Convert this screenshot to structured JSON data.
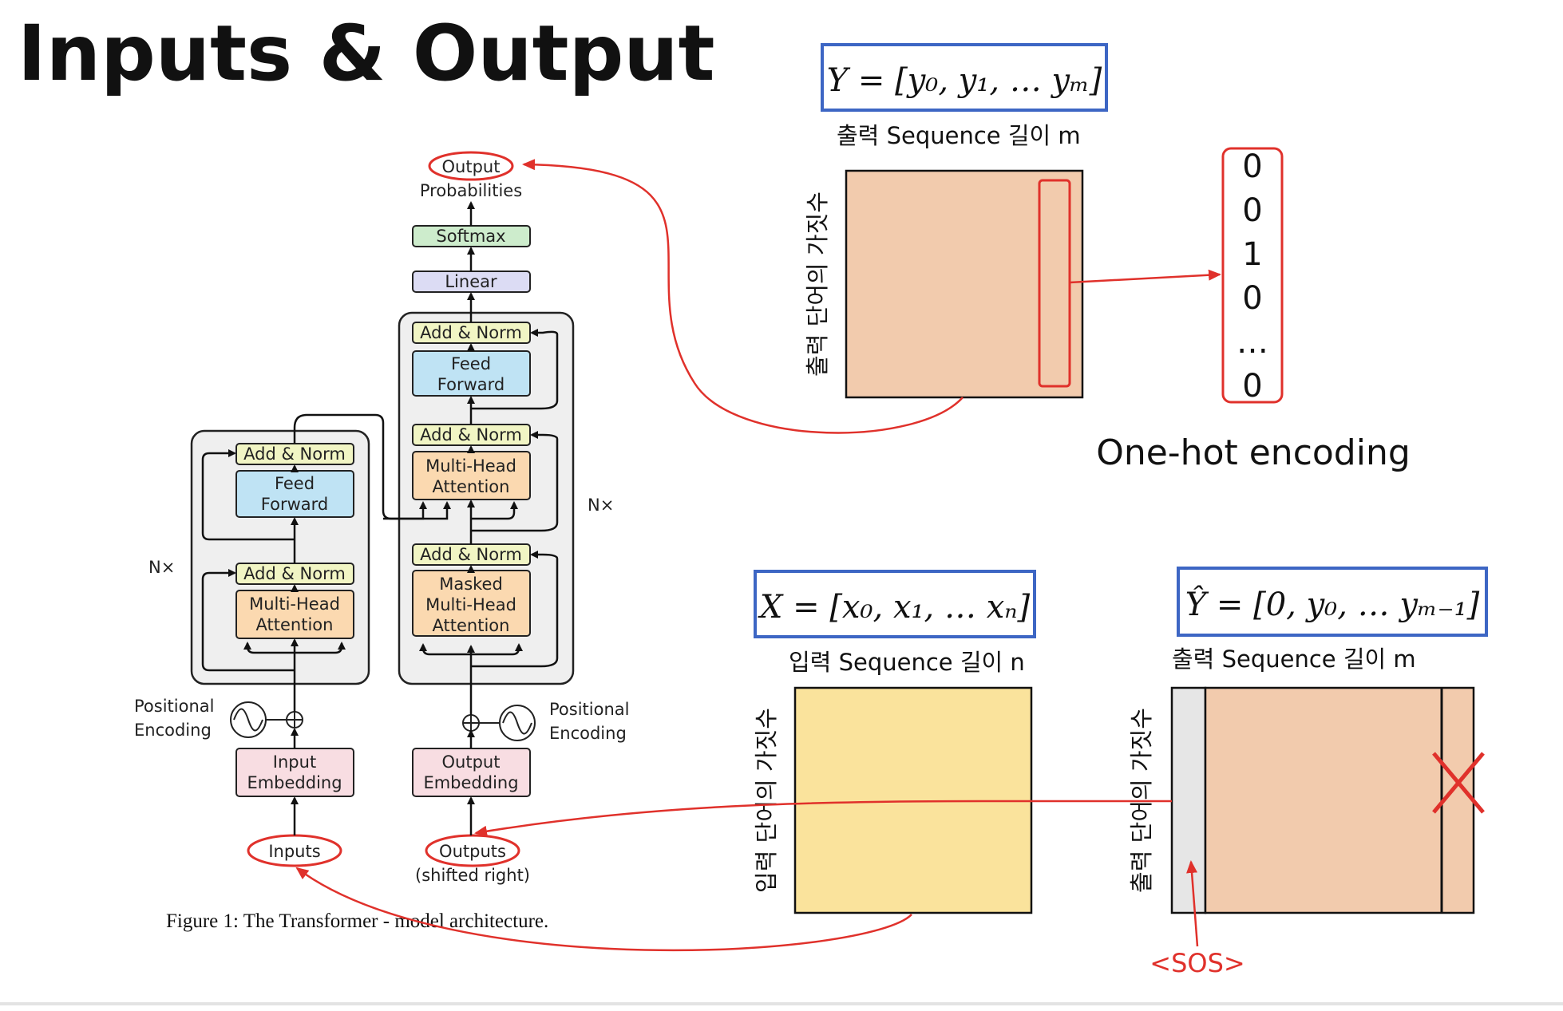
{
  "slide_title": "Inputs & Output",
  "transformer": {
    "output_top": "Output",
    "output_probabilities": "Probabilities",
    "softmax": "Softmax",
    "linear": "Linear",
    "add_norm": "Add & Norm",
    "feed_forward_1": "Feed",
    "feed_forward_2": "Forward",
    "multi_head_1": "Multi-Head",
    "multi_head_2": "Attention",
    "masked": "Masked",
    "nx": "N×",
    "positional_1": "Positional",
    "positional_2": "Encoding",
    "input_embedding_1": "Input",
    "input_embedding_2": "Embedding",
    "output_embedding_1": "Output",
    "output_embedding_2": "Embedding",
    "inputs": "Inputs",
    "outputs": "Outputs",
    "shifted_right": "(shifted right)",
    "caption": "Figure 1: The Transformer - model architecture."
  },
  "output_matrix": {
    "formula": "Y = [y₀, y₁, … yₘ]",
    "seq_label": "출력 Sequence 길이 m",
    "vocab_label": "출력 단어의 가짓수"
  },
  "onehot": {
    "values": [
      "0",
      "0",
      "1",
      "0",
      "…",
      "0"
    ],
    "label": "One-hot encoding"
  },
  "input_matrix": {
    "formula": "X = [x₀, x₁, … xₙ]",
    "seq_label": "입력 Sequence 길이 n",
    "vocab_label": "입력 단어의 가짓수"
  },
  "shifted_matrix": {
    "formula": "Ŷ = [0, y₀, … yₘ₋₁]",
    "seq_label": "출력 Sequence 길이 m",
    "vocab_label": "출력 단어의 가짓수",
    "sos": "<SOS>"
  },
  "colors": {
    "formula_border": "#3d66c4",
    "annotation_red": "#e0312b",
    "output_fill": "#f2cbad",
    "input_fill": "#fae39c",
    "sos_fill": "#e6e6e6",
    "ffn_fill": "#bfe3f4",
    "attn_fill": "#fbd9b0",
    "addnorm_fill": "#f1f5c4",
    "softmax_fill": "#cdeccc",
    "linear_fill": "#dcdcf4",
    "embed_fill": "#f8dde2"
  }
}
